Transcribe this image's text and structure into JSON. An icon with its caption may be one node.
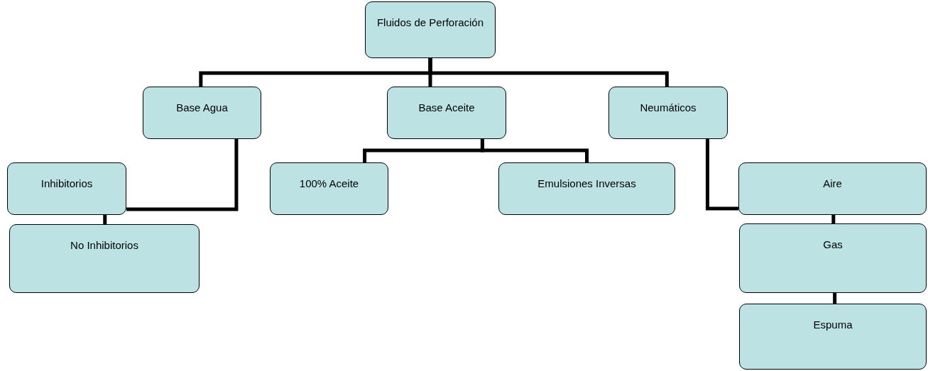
{
  "diagram": {
    "nodes": [
      {
        "text": [
          "Fluidos de Perforación"
        ]
      },
      {
        "text": [
          "Base Agua"
        ]
      },
      {
        "text": [
          "Base Aceite"
        ]
      },
      {
        "text": [
          "Neumáticos"
        ]
      },
      {
        "text": [
          "Inhibitorios"
        ]
      },
      {
        "text": [
          "100% Aceite"
        ]
      },
      {
        "text": [
          "Emulsiones Inversas"
        ]
      },
      {
        "text": [
          "Aire"
        ]
      },
      {
        "text": [
          "No Inhibitorios"
        ]
      },
      {
        "text": [
          "Gas"
        ]
      },
      {
        "text": [
          "Espuma"
        ]
      }
    ],
    "edges": [
      {
        "from": 0,
        "to": 1,
        "arrow": "none"
      },
      {
        "from": 0,
        "to": 2,
        "arrow": "none"
      },
      {
        "from": 0,
        "to": 3,
        "arrow": "none"
      },
      {
        "from": 1,
        "to": 4,
        "arrow": "none"
      },
      {
        "from": 2,
        "to": 5,
        "arrow": "none"
      },
      {
        "from": 2,
        "to": 6,
        "arrow": "none"
      },
      {
        "from": 3,
        "to": 7,
        "arrow": "none"
      },
      {
        "from": 4,
        "to": 8,
        "arrow": "none"
      },
      {
        "from": 7,
        "to": 9,
        "arrow": "none"
      },
      {
        "from": 9,
        "to": 10,
        "arrow": "none"
      }
    ]
  }
}
